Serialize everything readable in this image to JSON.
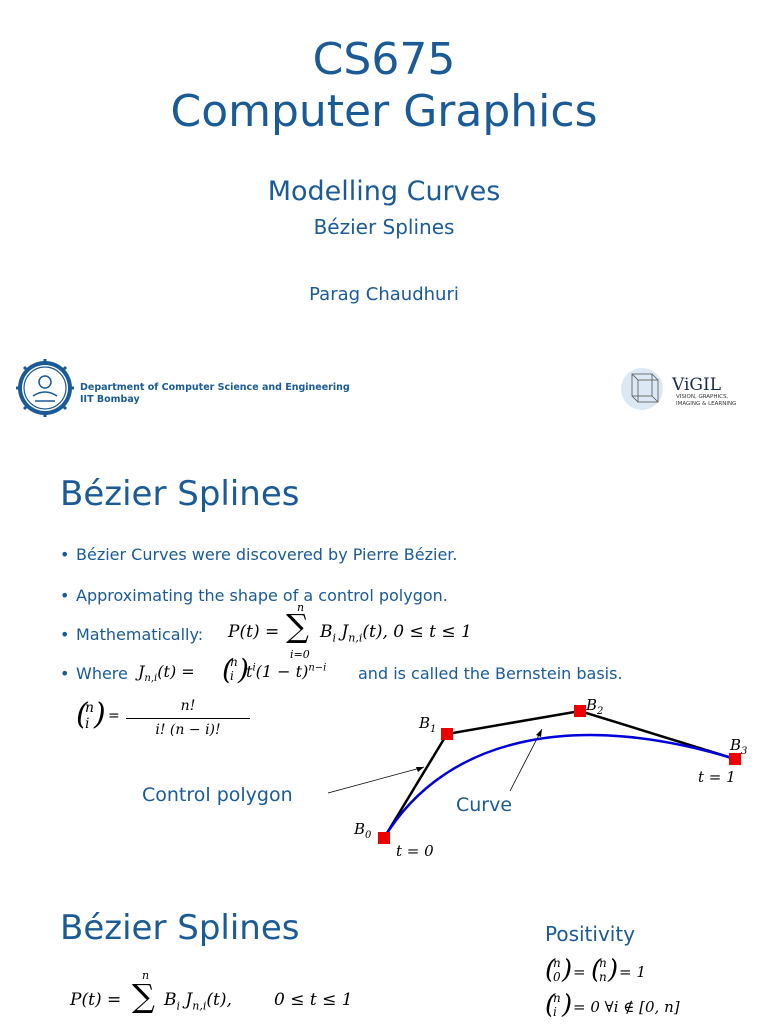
{
  "slide1": {
    "course_code": "CS675",
    "course_name": "Computer Graphics",
    "topic": "Modelling Curves",
    "subtopic": "Bézier Splines",
    "author": "Parag Chaudhuri",
    "dept_line1": "Department of Computer Science and Engineering",
    "dept_line2": "IIT Bombay",
    "vigil_name": "ViGIL",
    "vigil_sub1": "VISION, GRAPHICS,",
    "vigil_sub2": "IMAGING & LEARNING"
  },
  "slide2": {
    "title": "Bézier Splines",
    "bullets": [
      "Bézier Curves were discovered by Pierre Bézier.",
      "Approximating the shape of a control polygon.",
      "Mathematically:",
      "Where",
      "and is called the Bernstein basis."
    ],
    "labels": {
      "control_polygon": "Control polygon",
      "curve": "Curve",
      "b0": "B",
      "b1": "B",
      "b2": "B",
      "b3": "B",
      "t0": "t = 0",
      "t1": "t = 1"
    }
  },
  "slide3": {
    "title": "Bézier Splines",
    "positivity": "Positivity"
  }
}
